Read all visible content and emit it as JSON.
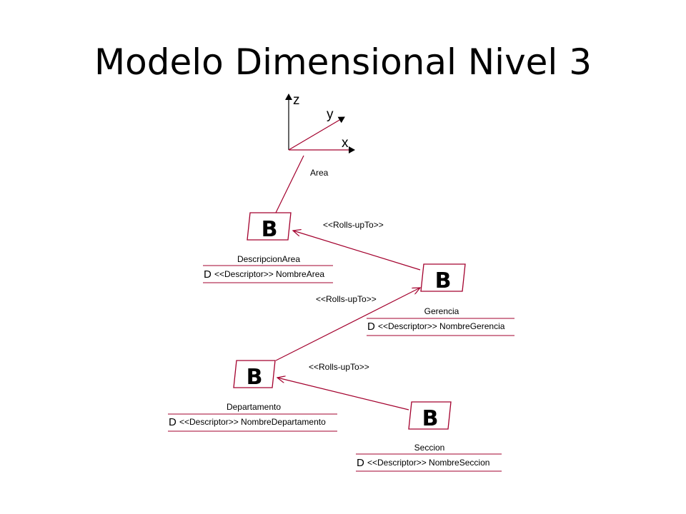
{
  "title": "Modelo Dimensional Nivel 3",
  "colors": {
    "line": "#a3002d",
    "box": "#a3002d",
    "text": "#000000"
  },
  "axes": {
    "z": "z",
    "y": "y",
    "x": "x",
    "dimension": "Area"
  },
  "levels": [
    {
      "id": "area",
      "icon": "B",
      "name": "DescripcionArea",
      "descriptor_letter": "D",
      "descriptor": "<<Descriptor>> NombreArea"
    },
    {
      "id": "gerencia",
      "icon": "B",
      "name": "Gerencia",
      "descriptor_letter": "D",
      "descriptor": "<<Descriptor>> NombreGerencia"
    },
    {
      "id": "departamento",
      "icon": "B",
      "name": "Departamento",
      "descriptor_letter": "D",
      "descriptor": "<<Descriptor>> NombreDepartamento"
    },
    {
      "id": "seccion",
      "icon": "B",
      "name": "Seccion",
      "descriptor_letter": "D",
      "descriptor": "<<Descriptor>> NombreSeccion"
    }
  ],
  "relations": [
    {
      "from": "gerencia",
      "to": "area",
      "label": "<<Rolls-upTo>>"
    },
    {
      "from": "departamento",
      "to": "gerencia",
      "label": "<<Rolls-upTo>>"
    },
    {
      "from": "seccion",
      "to": "departamento",
      "label": "<<Rolls-upTo>>"
    }
  ]
}
